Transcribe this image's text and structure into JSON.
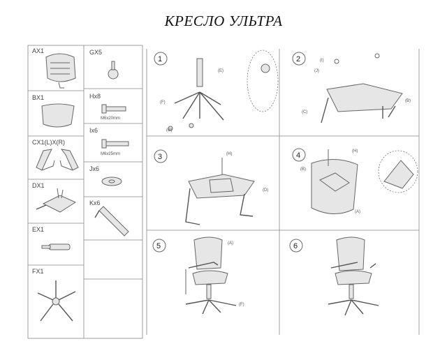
{
  "title": "КРЕСЛО УЛЬТРА",
  "parts": {
    "ax1": "AX1",
    "bx1": "BX1",
    "cx1": "CX1(L)X(R)",
    "dx1": "DX1",
    "ex1": "EX1",
    "fx1": "FX1",
    "gx5": "GX5",
    "hx8": "Hx8",
    "h_size": "M6x20mm",
    "ix6": "Ix6",
    "i_size": "M6x25mm",
    "jx6": "Jx6",
    "kx6": "Kx6"
  },
  "steps": {
    "s1": "1",
    "s2": "2",
    "s3": "3",
    "s4": "4",
    "s5": "5",
    "s6": "6"
  },
  "callouts": {
    "e": "(E)",
    "f": "(F)",
    "g": "(G)",
    "i": "(I)",
    "j": "(J)",
    "b": "(B)",
    "c": "(C)",
    "h": "(H)",
    "d": "(D)",
    "a": "(A)"
  }
}
